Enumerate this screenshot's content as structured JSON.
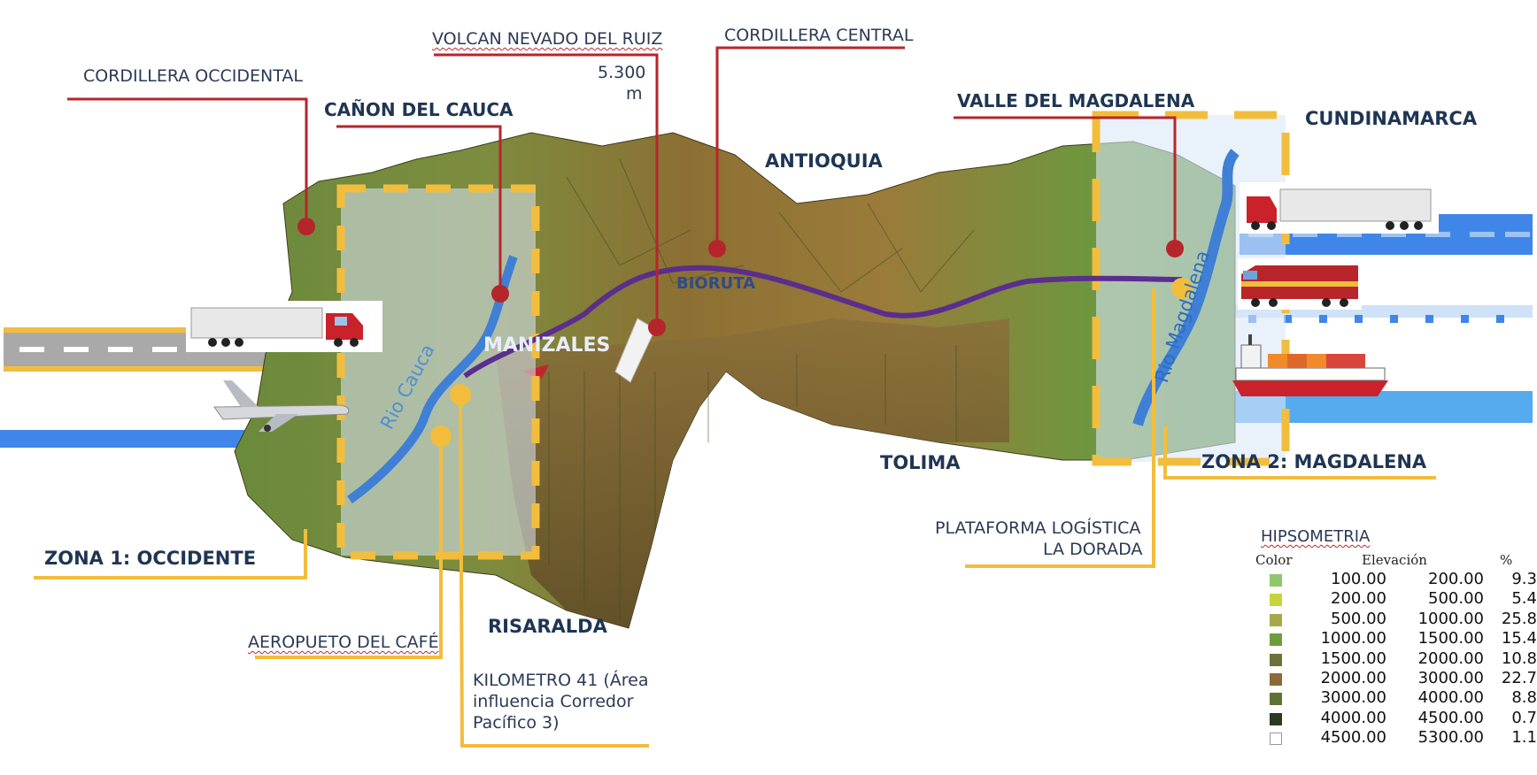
{
  "labels": {
    "cordillera_occidental": "CORDILLERA OCCIDENTAL",
    "canon_del_cauca": "CAÑON DEL CAUCA",
    "volcan": "VOLCAN NEVADO DEL RUIZ",
    "volcan_height_value": "5.300",
    "volcan_height_unit": "m",
    "cordillera_central": "CORDILLERA CENTRAL",
    "valle_magdalena": "VALLE DEL MAGDALENA",
    "cundinamarca": "CUNDINAMARCA",
    "antioquia": "ANTIOQUIA",
    "bioruta": "BIORUTA",
    "manizales": "MANIZALES",
    "rio_cauca": "Rio Cauca",
    "rio_magdalena": "Rio Magdalena",
    "tolima": "TOLIMA",
    "risaralda": "RISARALDA",
    "zona1": "ZONA 1: OCCIDENTE",
    "zona2": "ZONA 2: MAGDALENA",
    "aeropuerto": "AEROPUETO DEL CAFÉ",
    "km41_line1": "KILOMETRO 41 (Área",
    "km41_line2": "influencia Corredor",
    "km41_line3": "Pacífico 3)",
    "plataforma_line1": "PLATAFORMA LOGÍSTICA",
    "plataforma_line2": "LA DORADA"
  },
  "colors": {
    "marker_red": "#b5262b",
    "marker_yellow": "#f2bd3d",
    "route_purple": "#5b2e8e",
    "river_blue": "#3f7fd6",
    "zone_fill": "#dbe8f8",
    "text_navy": "#1f3554"
  },
  "icons": [
    "truck-icon",
    "airplane-icon",
    "train-icon",
    "ship-icon"
  ],
  "legend": {
    "title": "HIPSOMETRIA",
    "col_color": "Color",
    "col_elevation": "Elevación",
    "col_percent": "%",
    "rows": [
      {
        "swatch": "#8fc86a",
        "from": "100.00",
        "to": "200.00",
        "pct": "9.3"
      },
      {
        "swatch": "#c7d43c",
        "from": "200.00",
        "to": "500.00",
        "pct": "5.4"
      },
      {
        "swatch": "#a8a84a",
        "from": "500.00",
        "to": "1000.00",
        "pct": "25.8"
      },
      {
        "swatch": "#6f9c3d",
        "from": "1000.00",
        "to": "1500.00",
        "pct": "15.4"
      },
      {
        "swatch": "#6e7038",
        "from": "1500.00",
        "to": "2000.00",
        "pct": "10.8"
      },
      {
        "swatch": "#8b6a35",
        "from": "2000.00",
        "to": "3000.00",
        "pct": "22.7"
      },
      {
        "swatch": "#5f7236",
        "from": "3000.00",
        "to": "4000.00",
        "pct": "8.8"
      },
      {
        "swatch": "#2c3a23",
        "from": "4000.00",
        "to": "4500.00",
        "pct": "0.7"
      },
      {
        "swatch": "#ffffff",
        "from": "4500.00",
        "to": "5300.00",
        "pct": "1.1"
      }
    ]
  }
}
